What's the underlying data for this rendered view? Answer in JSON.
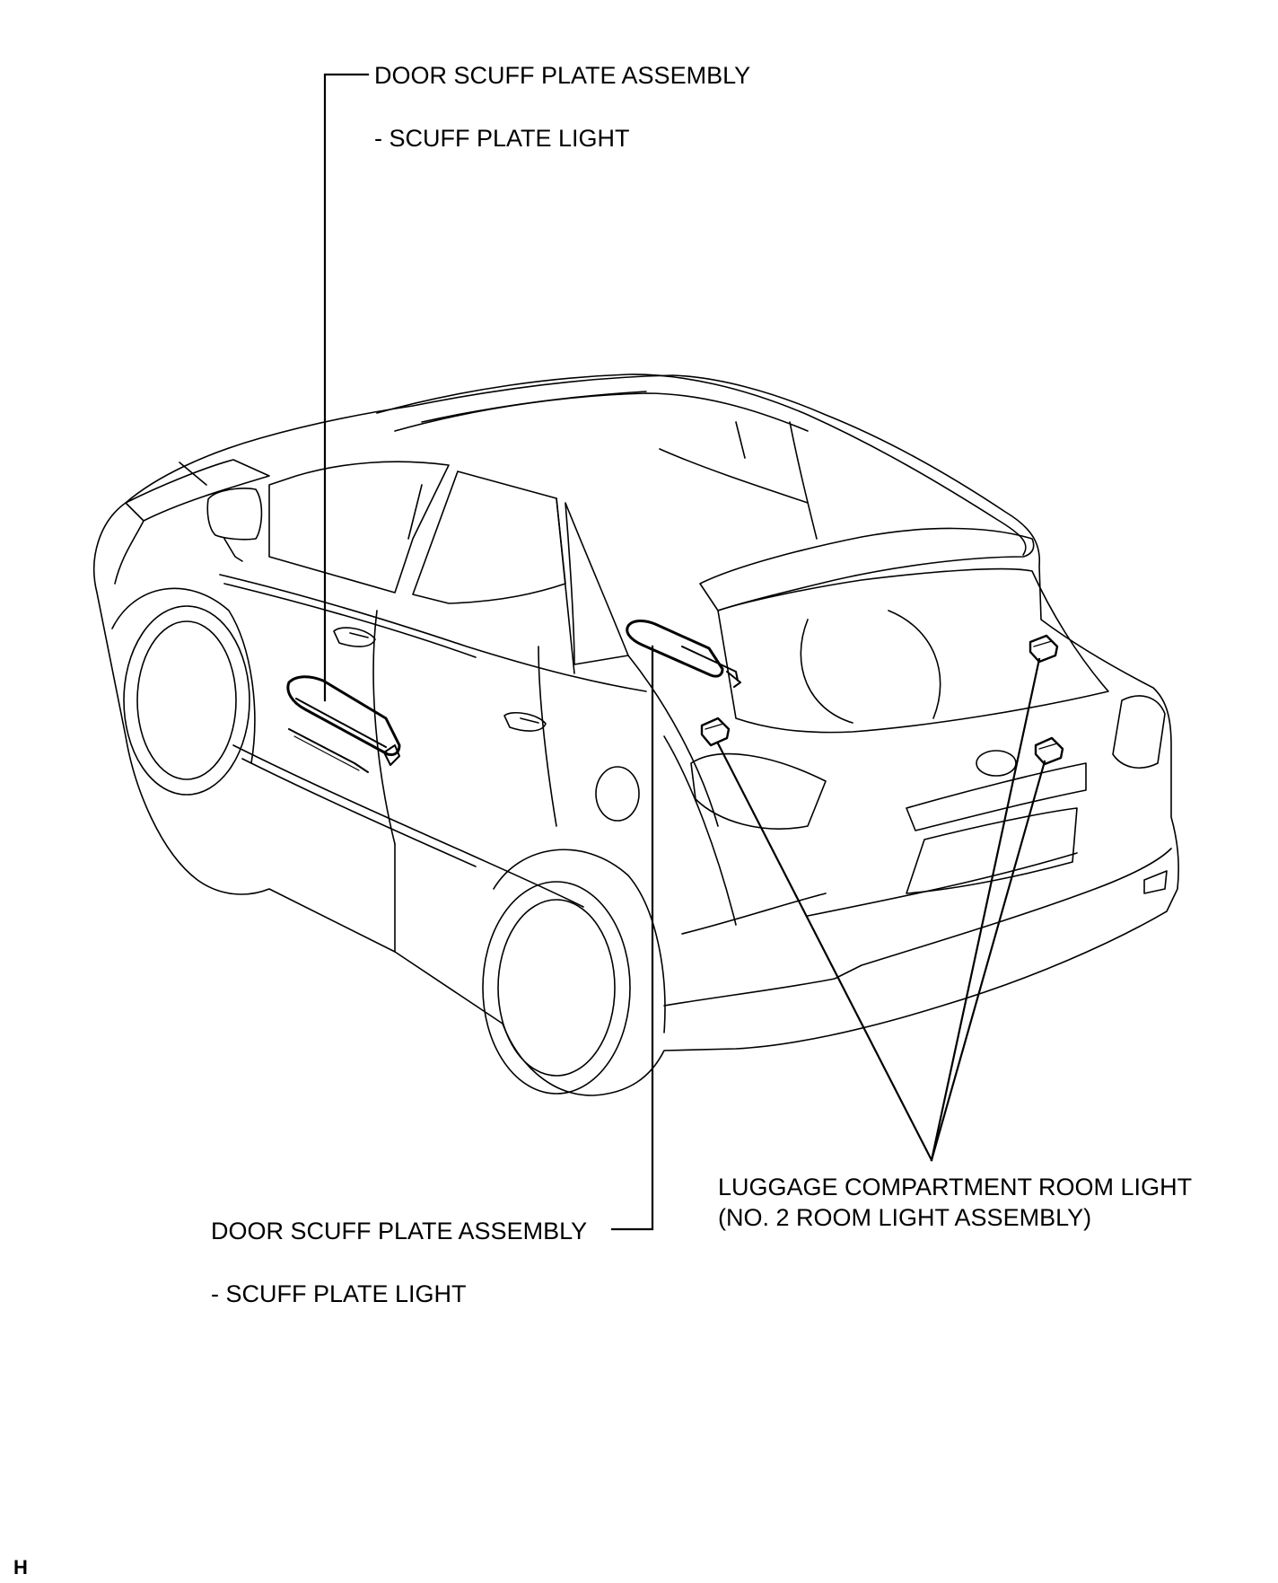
{
  "callouts": {
    "front_scuff": {
      "title": "DOOR SCUFF PLATE ASSEMBLY",
      "subtitle": "- SCUFF PLATE LIGHT"
    },
    "rear_scuff": {
      "title": "DOOR SCUFF PLATE ASSEMBLY",
      "subtitle": "- SCUFF PLATE LIGHT"
    },
    "luggage_light": {
      "line1": "LUGGAGE COMPARTMENT ROOM LIGHT",
      "line2": "(NO. 2 ROOM LIGHT ASSEMBLY)"
    }
  },
  "figure_code": "H",
  "colors": {
    "line": "#000000",
    "background": "#ffffff"
  }
}
